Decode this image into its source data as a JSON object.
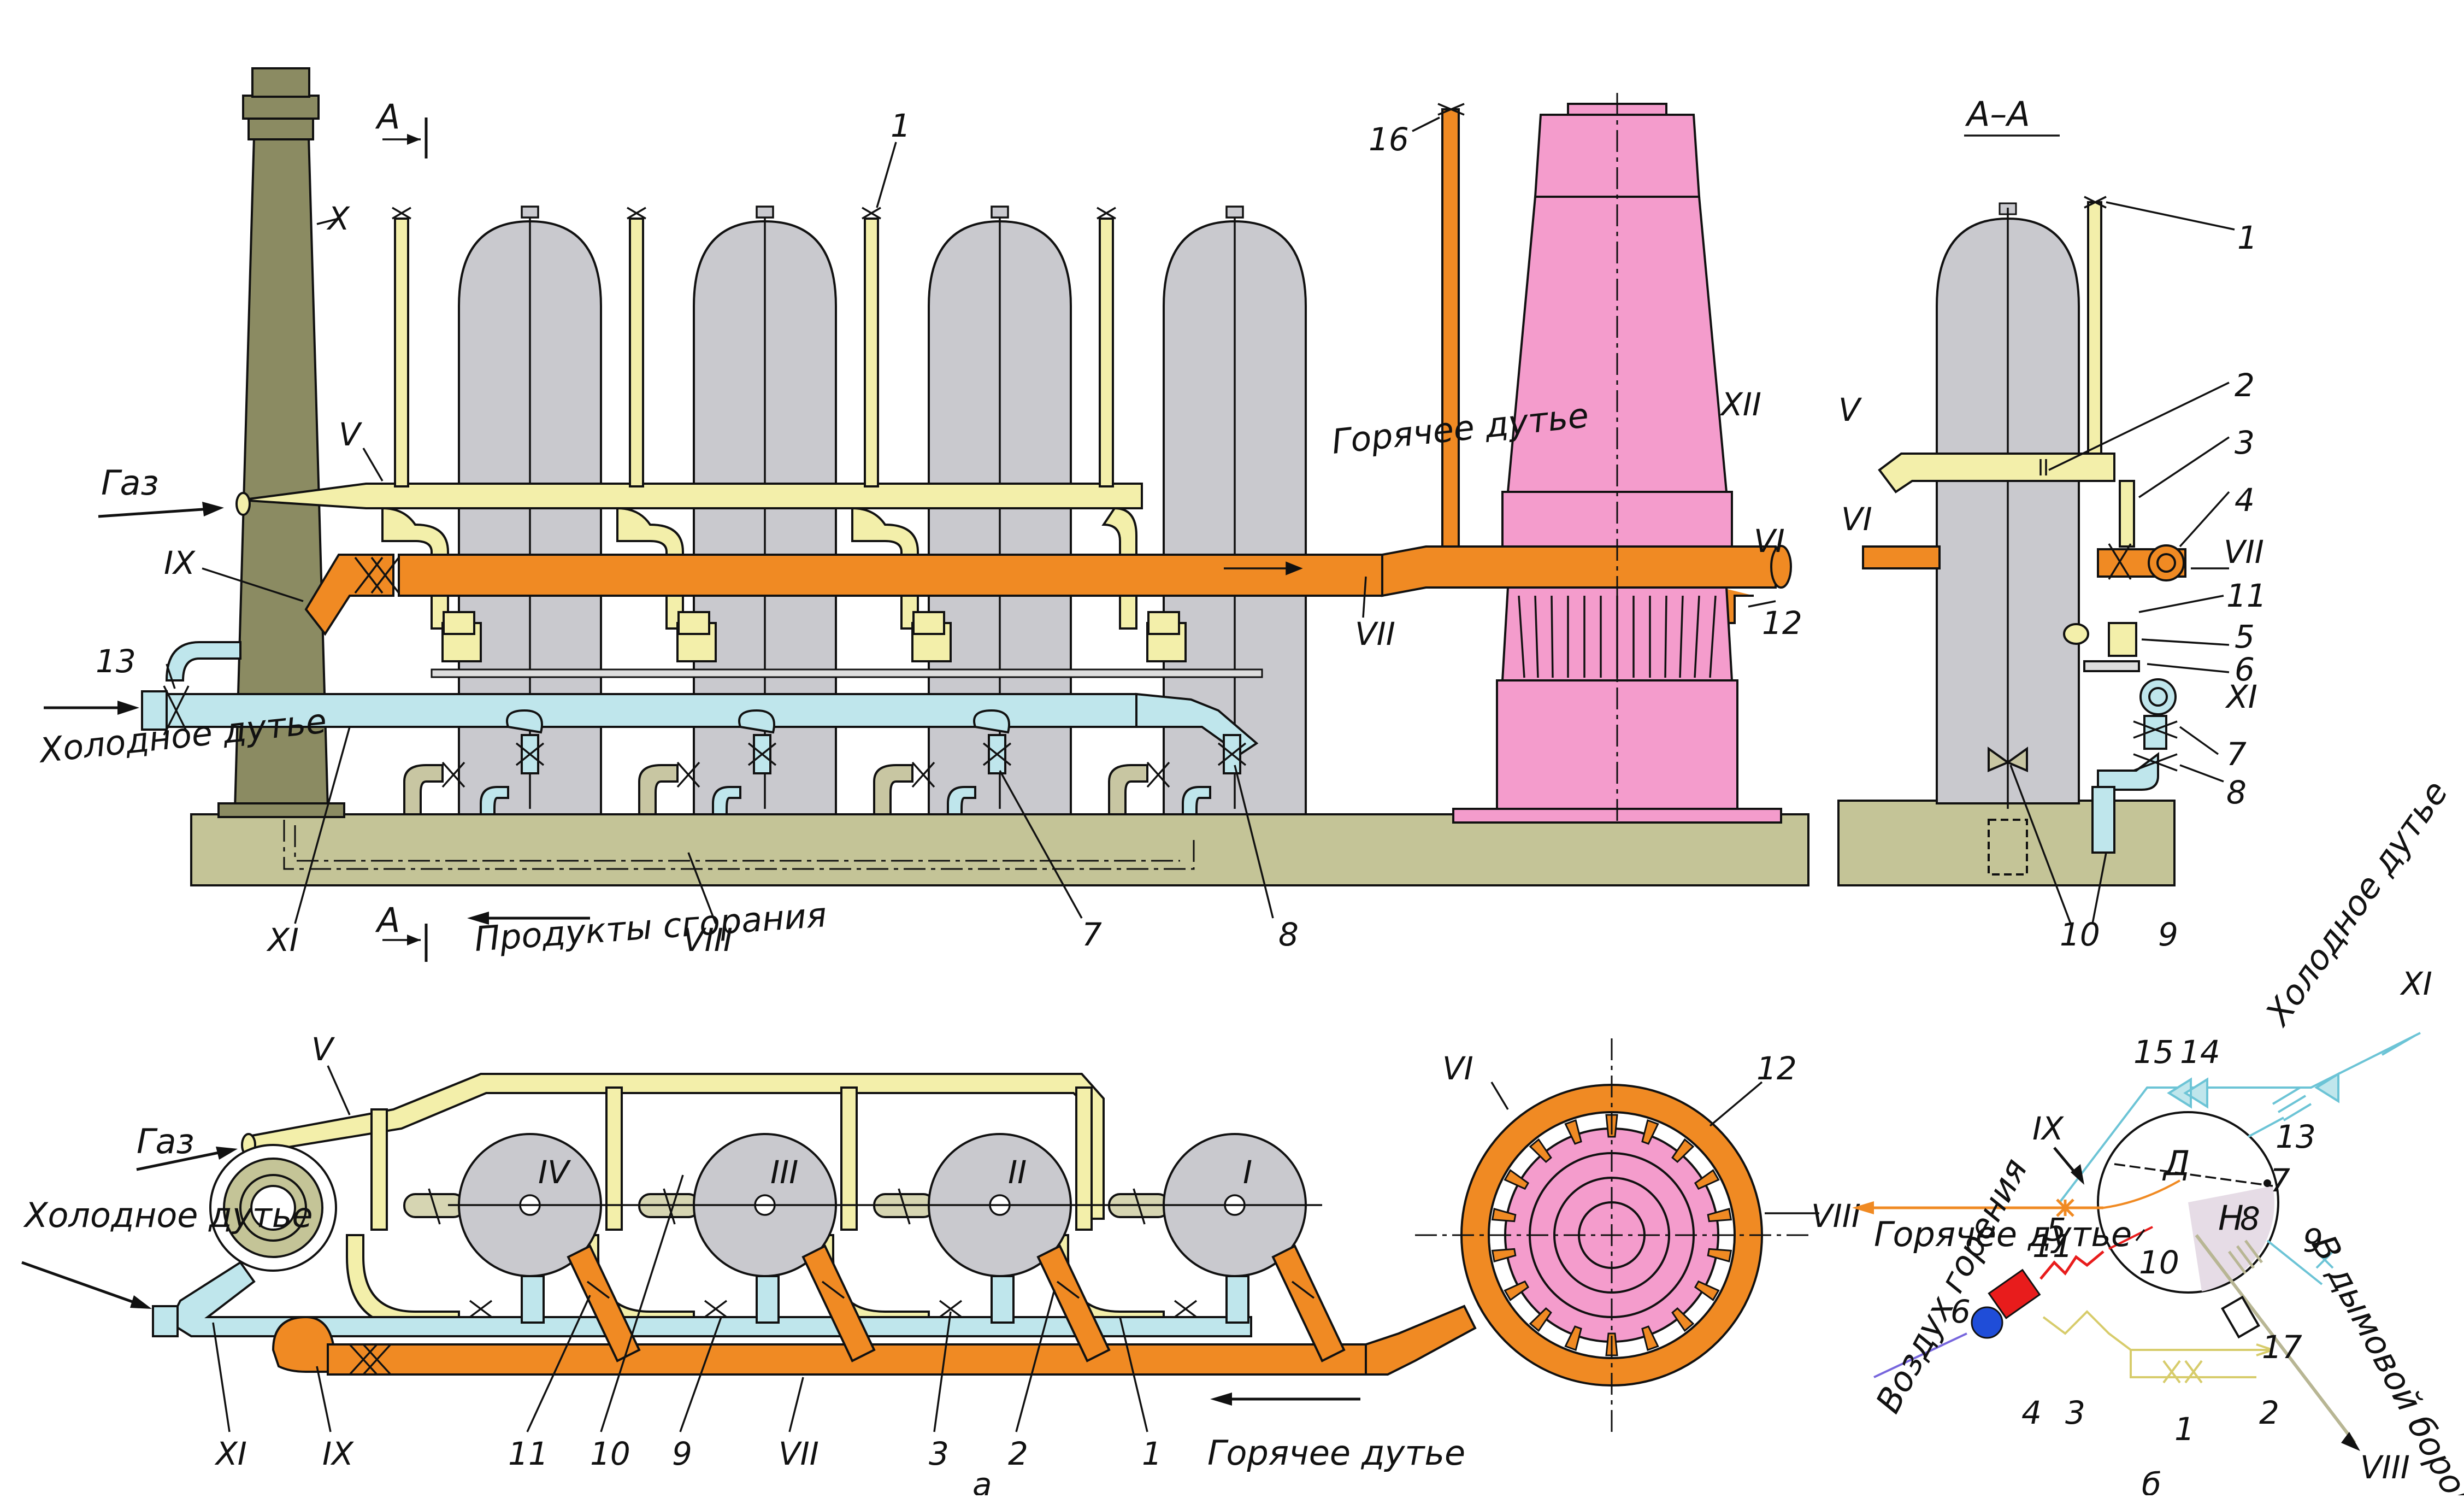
{
  "colors": {
    "stove": "#c9c9ce",
    "gas_pipe": "#f3efaa",
    "hot_blast": "#f08a23",
    "cold_blast": "#bfe6ec",
    "furnace": "#f49ccc",
    "chimney": "#8b8b62",
    "foundation": "#c4c497",
    "flue": "#c8c6a2",
    "fan_red": "#e81c1c",
    "fan_blue": "#1f4dd8"
  },
  "top": {
    "section_mark": "А",
    "section_title": "А–А",
    "gas_label": "Газ",
    "hot_blast_label": "Горячее дутье",
    "cold_blast_label": "Холодное дутье",
    "combustion_products_label": "Продукты сгорания",
    "roman": {
      "X": "X",
      "V": "V",
      "IX": "IX",
      "XII": "XII",
      "VI": "VI",
      "VII": "VII",
      "XI": "XI",
      "VIII": "VIII"
    },
    "nums": {
      "n1": "1",
      "n7": "7",
      "n8": "8",
      "n12": "12",
      "n13": "13",
      "n16": "16"
    }
  },
  "section": {
    "nums": [
      "1",
      "2",
      "3",
      "4",
      "11",
      "5",
      "6",
      "7",
      "8",
      "9",
      "10"
    ],
    "roman": {
      "V": "V",
      "VI": "VI",
      "VII": "VII",
      "XI": "XI"
    }
  },
  "plan": {
    "gas_label": "Газ",
    "cold_blast_label": "Холодное дутье",
    "hot_blast_label": "Горячее дутье",
    "caption": "а",
    "stoves": [
      "IV",
      "III",
      "II",
      "I"
    ],
    "roman": {
      "V": "V",
      "XI": "XI",
      "IX": "IX",
      "VII": "VII",
      "VI": "VI",
      "VIII": "VIII"
    },
    "nums": [
      "11",
      "10",
      "9",
      "3",
      "2",
      "1",
      "12"
    ]
  },
  "schematic": {
    "caption": "б",
    "cold_blast_label": "Холодное дутье",
    "hot_blast_label": "Горячее дутье",
    "air_label": "Воздух горения",
    "flue_label": "В дымовой боров",
    "chamber_d": "Д",
    "chamber_n": "Н",
    "roman": {
      "XI": "XI",
      "IX": "IX",
      "VIII": "VIII"
    },
    "nums": [
      "15",
      "14",
      "13",
      "7",
      "8",
      "9",
      "11",
      "5",
      "6",
      "4",
      "3",
      "1",
      "2",
      "10",
      "17"
    ]
  }
}
